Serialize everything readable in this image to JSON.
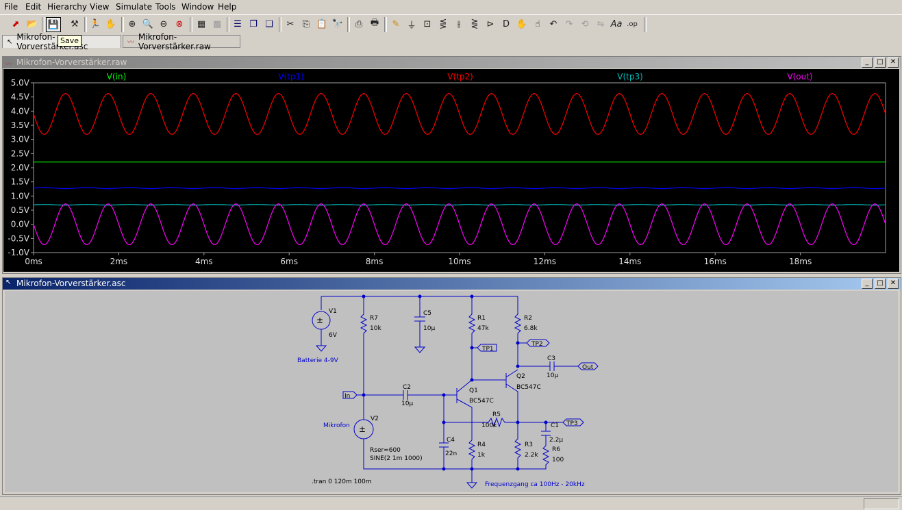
{
  "menu": [
    "File",
    "Edit",
    "Hierarchy",
    "View",
    "Simulate",
    "Tools",
    "Window",
    "Help"
  ],
  "tooltip": "Save",
  "tabs": [
    {
      "label": "Mikrofon-Vorverstärker.asc"
    },
    {
      "label": "Mikrofon-Vorverstärker.raw"
    }
  ],
  "waveform_window": {
    "title": "Mikrofon-Vorverstärker.raw"
  },
  "schematic_window": {
    "title": "Mikrofon-Vorverstärker.asc"
  },
  "colors": {
    "in": "#00ff00",
    "tp1": "#0000ff",
    "tp2": "#ff0000",
    "tp3": "#00bbbb",
    "out": "#ff00ff",
    "wire": "#0000cc"
  },
  "chart_data": {
    "type": "line",
    "title": "",
    "xlabel": "",
    "ylabel": "",
    "x_range_ms": [
      0,
      20
    ],
    "ylim": [
      -1.0,
      5.0
    ],
    "x_ticks": [
      "0ms",
      "2ms",
      "4ms",
      "6ms",
      "8ms",
      "10ms",
      "12ms",
      "14ms",
      "16ms",
      "18ms"
    ],
    "y_ticks": [
      "5.0V",
      "4.5V",
      "4.0V",
      "3.5V",
      "3.0V",
      "2.5V",
      "2.0V",
      "1.5V",
      "1.0V",
      "0.5V",
      "0.0V",
      "-0.5V",
      "-1.0V"
    ],
    "series": [
      {
        "name": "V(in)",
        "kind": "dc",
        "dc": 2.2,
        "amplitude": 0,
        "frequency_hz": 1000
      },
      {
        "name": "V(tp1)",
        "kind": "sine",
        "dc": 1.28,
        "amplitude": 0.02,
        "frequency_hz": 1000
      },
      {
        "name": "V(tp2)",
        "kind": "sine",
        "dc": 3.9,
        "amplitude": 0.72,
        "frequency_hz": 1000,
        "phase": "inverted"
      },
      {
        "name": "V(tp3)",
        "kind": "sine",
        "dc": 0.69,
        "amplitude": 0.01,
        "frequency_hz": 1000
      },
      {
        "name": "V(out)",
        "kind": "sine",
        "dc": 0.0,
        "amplitude": 0.72,
        "frequency_hz": 1000,
        "phase": "inverted"
      }
    ]
  },
  "schematic": {
    "labels": {
      "v1": "V1",
      "v1_value": "6V",
      "battery": "Batterie 4-9V",
      "r7": "R7",
      "r7_value": "10k",
      "c5": "C5",
      "c5_value": "10µ",
      "r1": "R1",
      "r1_value": "47k",
      "r2": "R2",
      "r2_value": "6.8k",
      "tp1": "TP1",
      "tp2": "TP2",
      "c3": "C3",
      "c3_value": "10µ",
      "out": "Out",
      "q2": "Q2",
      "q2_model": "BC547C",
      "in": "In",
      "c2": "C2",
      "c2_value": "10µ",
      "q1": "Q1",
      "q1_model": "BC547C",
      "v2": "V2",
      "mikrofon": "Mikrofon",
      "r5": "R5",
      "r5_value": "100k",
      "c1": "C1",
      "c1_value": "2.2µ",
      "tp3": "TP3",
      "c4": "C4",
      "c4_value": "22n",
      "r4": "R4",
      "r4_value": "1k",
      "r3": "R3",
      "r3_value": "2.2k",
      "r6": "R6",
      "r6_value": "100",
      "v2_rser": "Rser=600",
      "v2_sine": "SINE(2 1m 1000)",
      "directive": ".tran 0 120m 100m",
      "comment": "Frequenzgang ca 100Hz - 20kHz"
    }
  }
}
